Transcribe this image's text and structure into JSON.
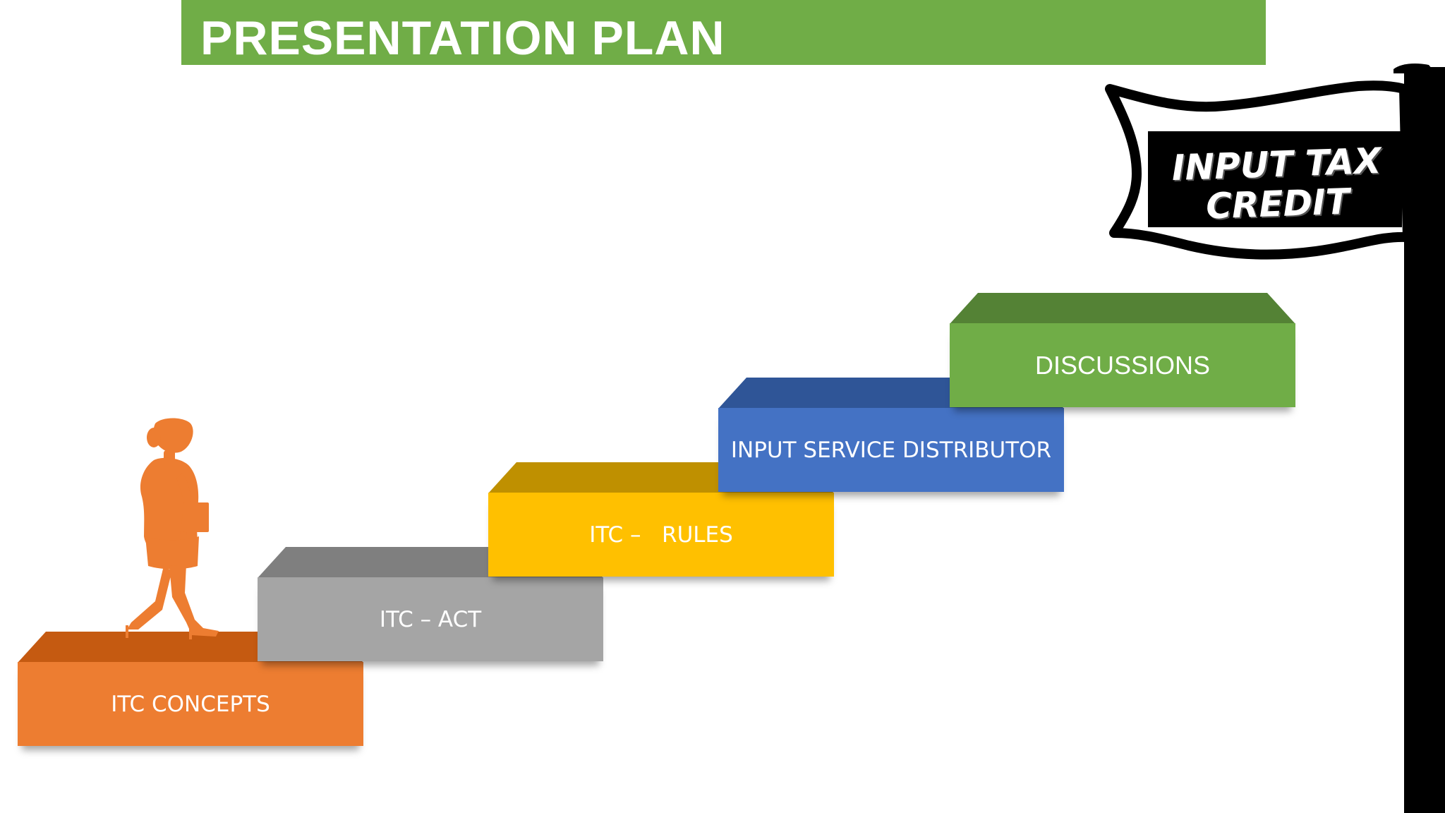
{
  "title": "PRESENTATION PLAN",
  "steps": [
    {
      "label": "ITC CONCEPTS",
      "color": "#ed7d31"
    },
    {
      "label": "ITC – ACT",
      "color": "#a5a5a5"
    },
    {
      "label": "ITC –   RULES",
      "color": "#ffc000"
    },
    {
      "label": "INPUT SERVICE DISTRIBUTOR",
      "color": "#4472c4"
    },
    {
      "label": "DISCUSSIONS",
      "color": "#70ad47"
    }
  ],
  "sign": {
    "line1": "INPUT TAX",
    "line2": "CREDIT"
  },
  "icons": {
    "figure": "walking-woman-silhouette-icon",
    "signpost": "signpost-flag-icon"
  },
  "colors": {
    "title_bar": "#70ad47",
    "figure": "#ed7d31",
    "signpost": "#000000"
  }
}
